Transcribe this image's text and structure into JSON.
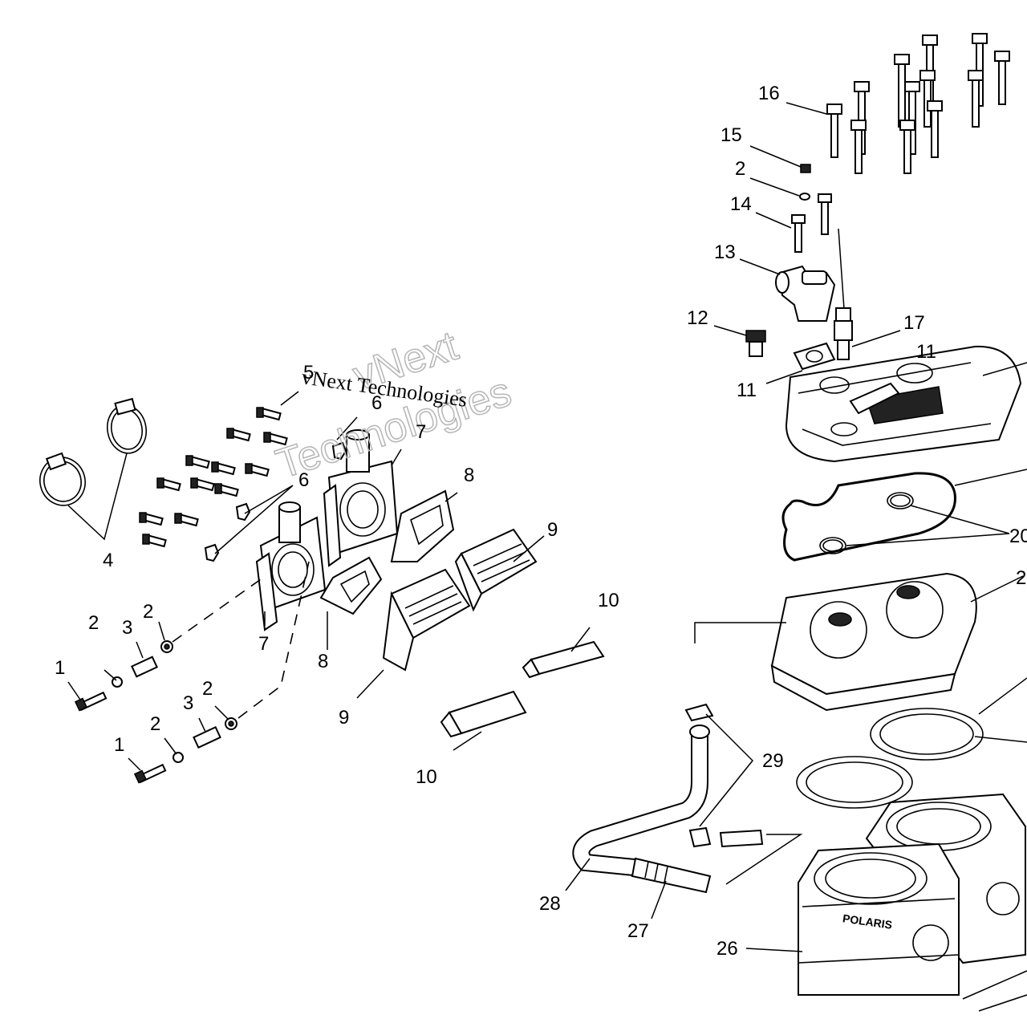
{
  "diagram": {
    "watermark_lines": [
      "vNext",
      "Technologies"
    ],
    "watermark_overlay": "vNext Technologies",
    "callouts": [
      {
        "id": "c1a",
        "text": "1"
      },
      {
        "id": "c1b",
        "text": "1"
      },
      {
        "id": "c2a",
        "text": "2"
      },
      {
        "id": "c2b",
        "text": "2"
      },
      {
        "id": "c2c",
        "text": "2"
      },
      {
        "id": "c2d",
        "text": "2"
      },
      {
        "id": "c2e",
        "text": "2"
      },
      {
        "id": "c3a",
        "text": "3"
      },
      {
        "id": "c3b",
        "text": "3"
      },
      {
        "id": "c4",
        "text": "4"
      },
      {
        "id": "c5",
        "text": "5"
      },
      {
        "id": "c6a",
        "text": "6"
      },
      {
        "id": "c6b",
        "text": "6"
      },
      {
        "id": "c7a",
        "text": "7"
      },
      {
        "id": "c7b",
        "text": "7"
      },
      {
        "id": "c8a",
        "text": "8"
      },
      {
        "id": "c8b",
        "text": "8"
      },
      {
        "id": "c9a",
        "text": "9"
      },
      {
        "id": "c9b",
        "text": "9"
      },
      {
        "id": "c10a",
        "text": "10"
      },
      {
        "id": "c10b",
        "text": "10"
      },
      {
        "id": "c11a",
        "text": "11"
      },
      {
        "id": "c11b",
        "text": "11"
      },
      {
        "id": "c12",
        "text": "12"
      },
      {
        "id": "c13",
        "text": "13"
      },
      {
        "id": "c14",
        "text": "14"
      },
      {
        "id": "c15",
        "text": "15"
      },
      {
        "id": "c16",
        "text": "16"
      },
      {
        "id": "c17",
        "text": "17"
      },
      {
        "id": "c20",
        "text": "20"
      },
      {
        "id": "c2r",
        "text": "2"
      },
      {
        "id": "c26",
        "text": "26"
      },
      {
        "id": "c27",
        "text": "27"
      },
      {
        "id": "c28",
        "text": "28"
      },
      {
        "id": "c29",
        "text": "29"
      }
    ],
    "cylinder_brand": "POLARIS"
  }
}
